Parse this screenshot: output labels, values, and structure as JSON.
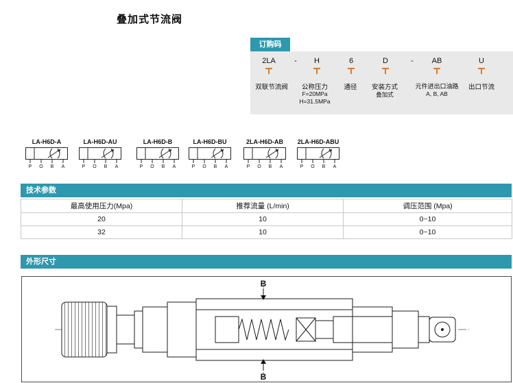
{
  "page": {
    "title": "叠加式节流阀"
  },
  "order_code": {
    "tab": "订购码",
    "code_parts": {
      "p1": "2LA",
      "d1": "-",
      "p2": "H",
      "p3": "6",
      "p4": "D",
      "d2": "-",
      "p5": "AB",
      "p6": "U"
    },
    "labels": {
      "l1": "双联节流阀",
      "l2": "公称压力",
      "l2a": "F=20MPa",
      "l2b": "H=31.5MPa",
      "l3": "通径",
      "l4": "安装方式",
      "l4a": "叠加式",
      "l5": "元件进出口油路",
      "l5a": "A, B, AB",
      "l6": "出口节流"
    }
  },
  "symbols": {
    "items": [
      {
        "label": "LA-H6D-A"
      },
      {
        "label": "LA-H6D-AU"
      },
      {
        "label": "LA-H6D-B"
      },
      {
        "label": "LA-H6D-BU"
      },
      {
        "label": "2LA-H6D-AB"
      },
      {
        "label": "2LA-H6D-ABU"
      }
    ],
    "ports": [
      "P",
      "O",
      "B",
      "A"
    ]
  },
  "tech_params": {
    "header": "技术参数",
    "columns": [
      "最高使用压力(Mpa)",
      "推荐流量 (L/min)",
      "调压范围 (Mpa)"
    ],
    "rows": [
      [
        "20",
        "10",
        "0~10"
      ],
      [
        "32",
        "10",
        "0~10"
      ]
    ]
  },
  "dimensions": {
    "header": "外形尺寸",
    "section_label_top": "B",
    "section_label_bottom": "B"
  },
  "colors": {
    "accent_teal": "#2e98ae",
    "panel_gray": "#e9e9e9",
    "tick_orange": "#d97a2e"
  }
}
